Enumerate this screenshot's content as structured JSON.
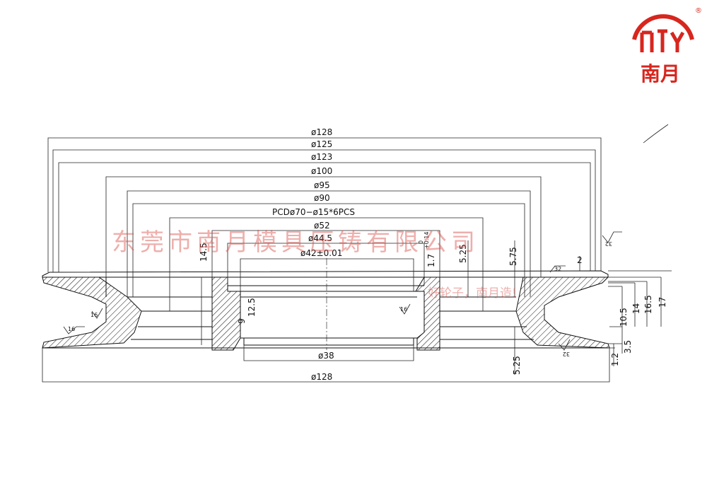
{
  "logo": {
    "text": "南月",
    "registered": "®",
    "color": "#d7261e"
  },
  "watermark": {
    "line1": "东莞市南月模具压铸有限公司",
    "line2": "好轮子，南月造!"
  },
  "dimensions": {
    "top": [
      "ø128",
      "ø125",
      "ø123",
      "ø100",
      "ø95",
      "ø90",
      "PCDø70−ø15*6PCS",
      "ø52",
      "ø44.5",
      "ø42±0.01"
    ],
    "bottom_inner": "ø38",
    "bottom_overall": "ø128",
    "vertical_left": [
      "14.5",
      "9",
      "12.5"
    ],
    "vertical_mid": {
      "tol_base": "1.7",
      "tol_upper": "+0.14",
      "tol_lower": "0",
      "d525a": "5.25",
      "d575": "5.75",
      "d525b": "5.25"
    },
    "right": [
      "2",
      "10.5",
      "14",
      "16.5",
      "17",
      "1.2",
      "3.5"
    ]
  },
  "roughness": {
    "r32": "32",
    "r16": "16"
  }
}
